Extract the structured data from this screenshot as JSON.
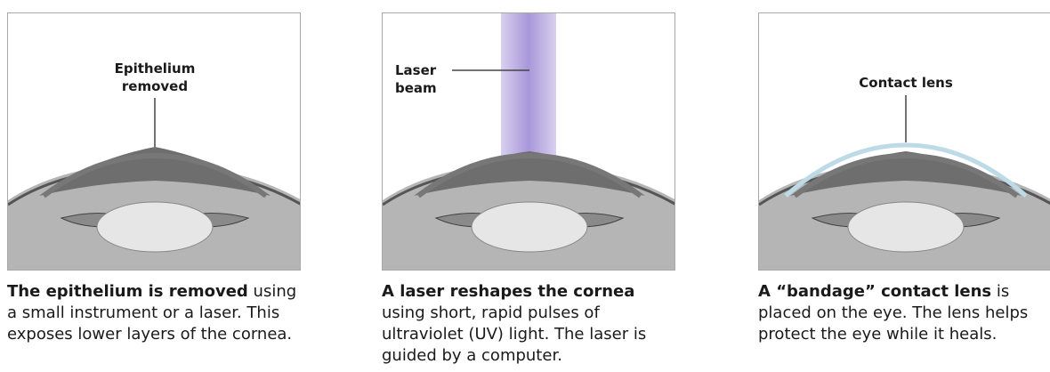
{
  "panels": [
    {
      "label": "Epithelium\nremoved",
      "caption_bold": "The epithelium is removed",
      "caption_rest": " using a small instrument or a laser. This exposes lower layers of the cornea."
    },
    {
      "label": "Laser\nbeam",
      "caption_bold": "A laser reshapes the cornea",
      "caption_rest": " using short, rapid pulses of ultraviolet (UV) light. The laser is guided by a computer."
    },
    {
      "label": "Contact lens",
      "caption_bold": "A “bandage” contact lens",
      "caption_rest": " is placed on the eye. The lens helps protect the eye while it heals."
    }
  ],
  "colors": {
    "panel_border": "#a9a9a9",
    "tissue": "#8c8c8c",
    "tissue_dark": "#555555",
    "lens": "#e6e6e6",
    "laser_beam": "#b7a9dc",
    "contact_lens": "#bcdbe6"
  }
}
